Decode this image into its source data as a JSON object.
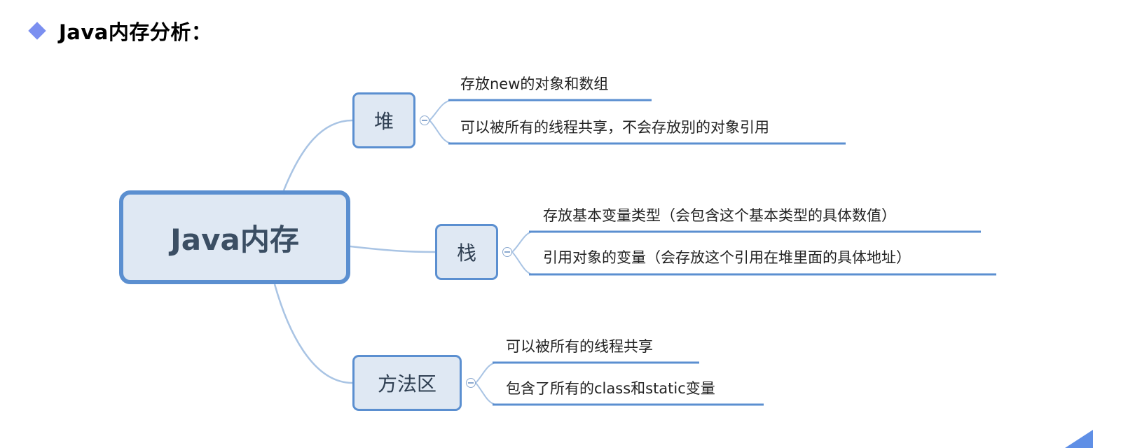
{
  "heading": {
    "text": "Java内存分析："
  },
  "mindmap": {
    "root": "Java内存",
    "branches": [
      {
        "label": "堆",
        "items": [
          "存放new的对象和数组",
          "可以被所有的线程共享，不会存放别的对象引用"
        ]
      },
      {
        "label": "栈",
        "items": [
          "存放基本变量类型（会包含这个基本类型的具体数值）",
          "引用对象的变量（会存放这个引用在堆里面的具体地址）"
        ]
      },
      {
        "label": "方法区",
        "items": [
          "可以被所有的线程共享",
          "包含了所有的class和static变量"
        ]
      }
    ]
  },
  "colors": {
    "node_fill": "#dfe8f3",
    "node_border": "#5b8fd0",
    "connector": "#a9c4e4",
    "underline": "#5b8fd0",
    "bullet": "#7b8ff0"
  }
}
